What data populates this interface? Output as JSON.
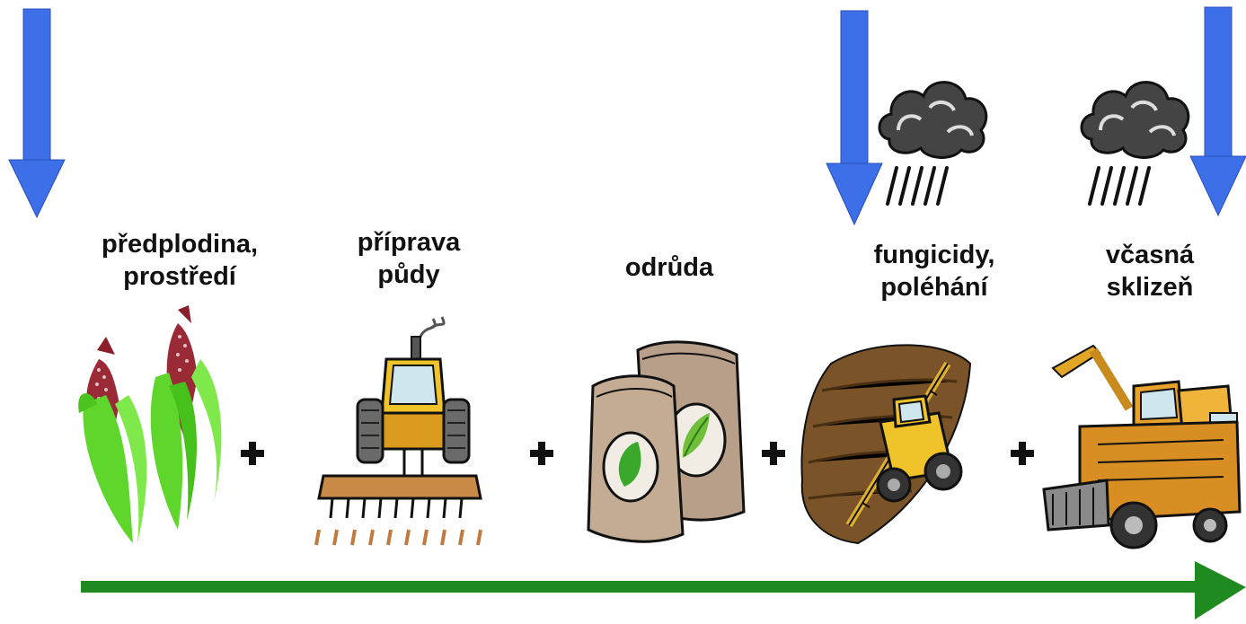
{
  "stages": [
    {
      "id": "predplodina",
      "line1": "předplodina,",
      "line2": "prostředí",
      "icon": "corn-icon"
    },
    {
      "id": "priprava",
      "line1": "příprava",
      "line2": "půdy",
      "icon": "tractor-icon"
    },
    {
      "id": "odruda",
      "line1": "odrůda",
      "line2": "",
      "icon": "seed-bags-icon"
    },
    {
      "id": "fungicidy",
      "line1": "fungicidy,",
      "line2": "poléhání",
      "icon": "sprayer-icon"
    },
    {
      "id": "sklizen",
      "line1": "včasná",
      "line2": "sklizeň",
      "icon": "combine-harvester-icon"
    }
  ],
  "colors": {
    "arrow_blue": "#3d6fe8",
    "timeline_green": "#1f8a1f",
    "plus": "#111111"
  }
}
